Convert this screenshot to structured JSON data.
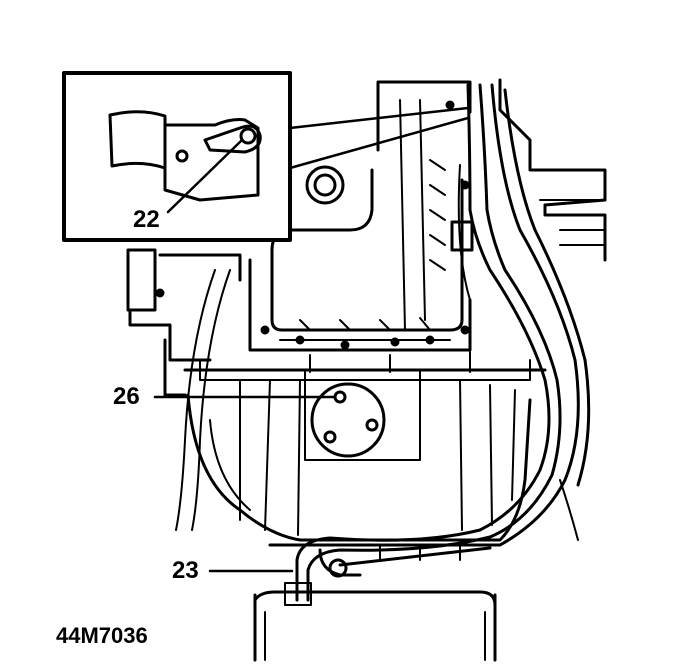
{
  "diagram": {
    "figure_code": "44M7036",
    "callouts": {
      "c22": "22",
      "c26": "26",
      "c23": "23"
    },
    "colors": {
      "line": "#000000",
      "background": "#ffffff"
    }
  }
}
